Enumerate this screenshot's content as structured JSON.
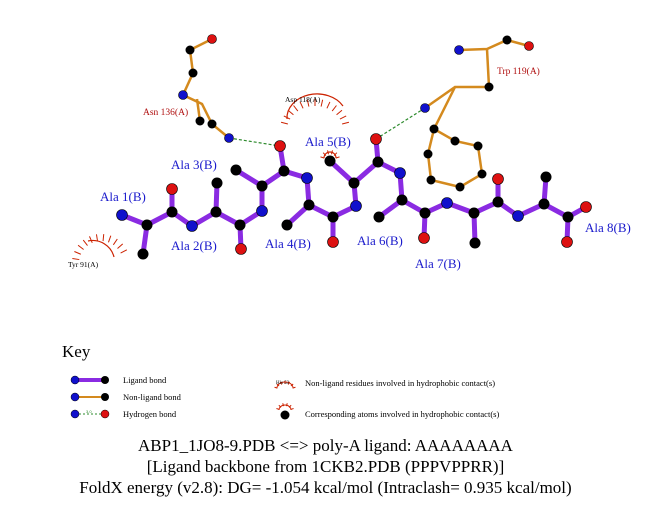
{
  "residue_labels": {
    "ala1": "Ala 1(B)",
    "ala2": "Ala 2(B)",
    "ala3": "Ala 3(B)",
    "ala4": "Ala 4(B)",
    "ala5": "Ala 5(B)",
    "ala6": "Ala 6(B)",
    "ala7": "Ala 7(B)",
    "ala8": "Ala 8(B)"
  },
  "partner_labels": {
    "asn136": "Asn 136(A)",
    "trp119": "Trp 119(A)",
    "asp118": "Asp 118(A)",
    "tyr91": "Tyr 91(A)"
  },
  "key": {
    "title": "Key",
    "ligand_bond": "Ligand bond",
    "non_ligand_bond": "Non-ligand bond",
    "hydrogen_bond": "Hydrogen bond",
    "hbond_length": "3.0",
    "hydrophobic_residues": "Non-ligand residues involved in hydrophobic contact(s)",
    "hydrophobic_example": "His 53",
    "corresponding_atoms": "Corresponding atoms involved in hydrophobic contact(s)"
  },
  "captions": {
    "line1": "ABP1_1JO8-9.PDB <=> poly-A ligand: AAAAAAAA",
    "line2": "[Ligand backbone from 1CKB2.PDB (PPPVPPRR)]",
    "line3": "FoldX energy (v2.8): DG= -1.054 kcal/mol (Intraclash= 0.935 kcal/mol)"
  },
  "colors": {
    "ligand_bond": "#8a2be2",
    "non_ligand_bond": "#d48a1e",
    "hydrogen_bond": "#2e8b2e",
    "hydrophobic": "#cc2200",
    "residue_label": "#1a1acc",
    "partner_label": "#b01010",
    "atom_carbon": "#000000",
    "atom_nitrogen": "#1010cc",
    "atom_oxygen": "#dd1111"
  }
}
